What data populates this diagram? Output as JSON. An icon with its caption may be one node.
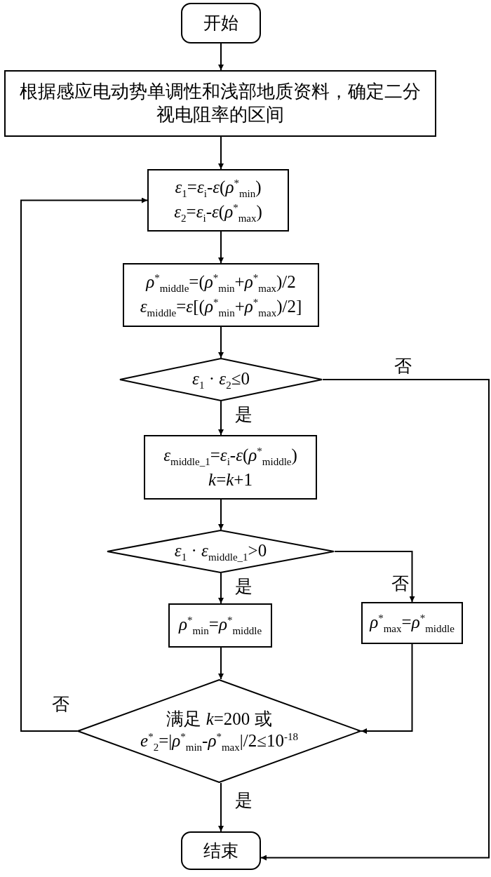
{
  "diagram": {
    "nodes": [
      {
        "text": [
          "开始"
        ]
      },
      {
        "text": [
          "根据感应电动势单调性和浅部地质资料，确定二分视电阻率的区间"
        ]
      },
      {
        "text": [
          "*ε*$_{1}$=*ε*$_{i}$-*ε*(*ρ*$^{*}$$_{min}$)",
          "*ε*$_{2}$=*ε*$_{i}$-*ε*(*ρ*$^{*}$$_{max}$)"
        ]
      },
      {
        "text": [
          "*ρ*$^{*}$$_{middle}$=(*ρ*$^{*}$$_{min}$+*ρ*$^{*}$$_{max}$)/2",
          "*ε*$_{middle}$=*ε*[(*ρ*$^{*}$$_{min}$+*ρ*$^{*}$$_{max}$)/2]"
        ]
      },
      {
        "text": [
          "*ε*$_{1}$ · *ε*$_{2}$≤0"
        ]
      },
      {
        "text": [
          "*ε*$_{middle_1}$=*ε*$_{i}$-*ε*(*ρ*$^{*}$$_{middle}$)",
          "*k*=*k*+1"
        ]
      },
      {
        "text": [
          "*ε*$_{1}$ · *ε*$_{middle_1}$>0"
        ]
      },
      {
        "text": [
          "*ρ*$^{*}$$_{min}$=*ρ*$^{*}$$_{middle}$"
        ]
      },
      {
        "text": [
          "*ρ*$^{*}$$_{max}$=*ρ*$^{*}$$_{middle}$"
        ]
      },
      {
        "text": [
          "满足 *k*=200 或",
          "*e*$^{*}$$_{2}$=|*ρ*$^{*}$$_{min}$-*ρ*$^{*}$$_{max}$|/2≤10$^{-18}$"
        ]
      },
      {
        "text": [
          "结束"
        ]
      }
    ],
    "edges": [
      {
        "from": 0,
        "to": 1,
        "arrow": "to"
      },
      {
        "from": 1,
        "to": 2,
        "arrow": "to"
      },
      {
        "from": 2,
        "to": 3,
        "arrow": "to"
      },
      {
        "from": 3,
        "to": 4,
        "arrow": "to"
      },
      {
        "from": 4,
        "to": 5,
        "arrow": "to",
        "label": "是"
      },
      {
        "from": 4,
        "to": 10,
        "arrow": "to",
        "label": "否"
      },
      {
        "from": 5,
        "to": 6,
        "arrow": "to"
      },
      {
        "from": 6,
        "to": 7,
        "arrow": "to",
        "label": "是"
      },
      {
        "from": 6,
        "to": 8,
        "arrow": "to",
        "label": "否"
      },
      {
        "from": 7,
        "to": 9,
        "arrow": "to"
      },
      {
        "from": 8,
        "to": 9,
        "arrow": "to"
      },
      {
        "from": 9,
        "to": 2,
        "arrow": "to",
        "label": "否"
      },
      {
        "from": 9,
        "to": 10,
        "arrow": "to",
        "label": "是"
      }
    ]
  }
}
